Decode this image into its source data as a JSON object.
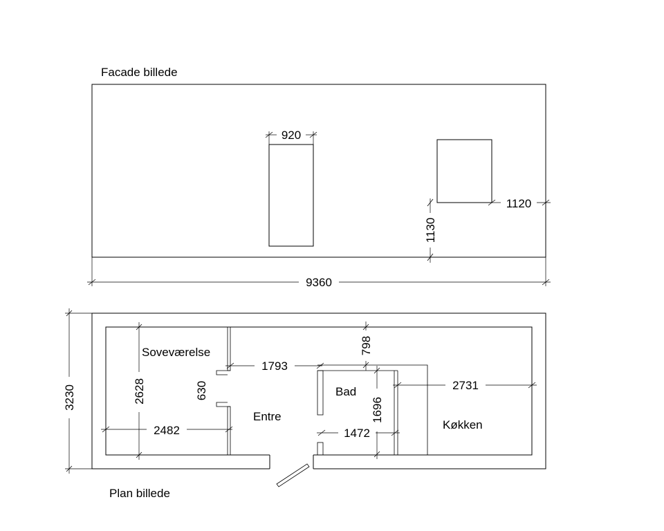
{
  "facade": {
    "caption": "Facade billede",
    "dims": {
      "door_width": "920",
      "window_right_offset": "1120",
      "window_sill_height": "1130",
      "total_width": "9360"
    }
  },
  "plan": {
    "caption": "Plan billede",
    "rooms": {
      "bedroom": "Soveværelse",
      "entry": "Entre",
      "bath": "Bad",
      "kitchen": "Køkken"
    },
    "dims": {
      "total_depth": "3230",
      "bedroom_depth": "2628",
      "bedroom_width": "2482",
      "door_opening": "630",
      "entry_width": "1793",
      "bath_offset": "798",
      "bath_depth": "1696",
      "bath_width": "1472",
      "kitchen_width": "2731"
    }
  }
}
